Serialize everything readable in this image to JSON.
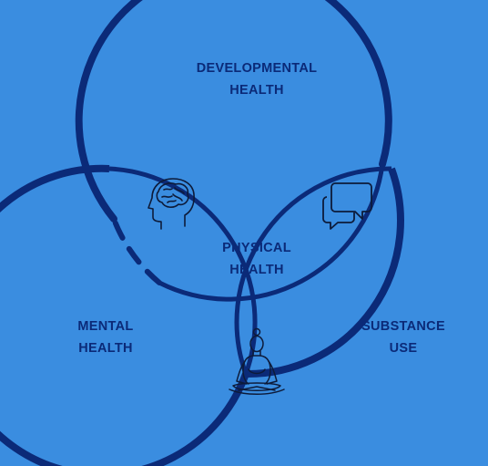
{
  "colors": {
    "background": "#3a8de0",
    "circle_stroke": "#0b2a78",
    "icon_stroke": "#0d1b3a"
  },
  "circles": {
    "developmental": {
      "line1": "DEVELOPMENTAL",
      "line2": "HEALTH"
    },
    "mental": {
      "line1": "MENTAL",
      "line2": "HEALTH"
    },
    "substance": {
      "line1": "SUBSTANCE",
      "line2": "USE"
    },
    "physical": {
      "line1": "PHYSICAL",
      "line2": "HEALTH"
    }
  },
  "icons": [
    "brain-head-icon",
    "chat-bubbles-icon",
    "meditation-person-icon"
  ]
}
